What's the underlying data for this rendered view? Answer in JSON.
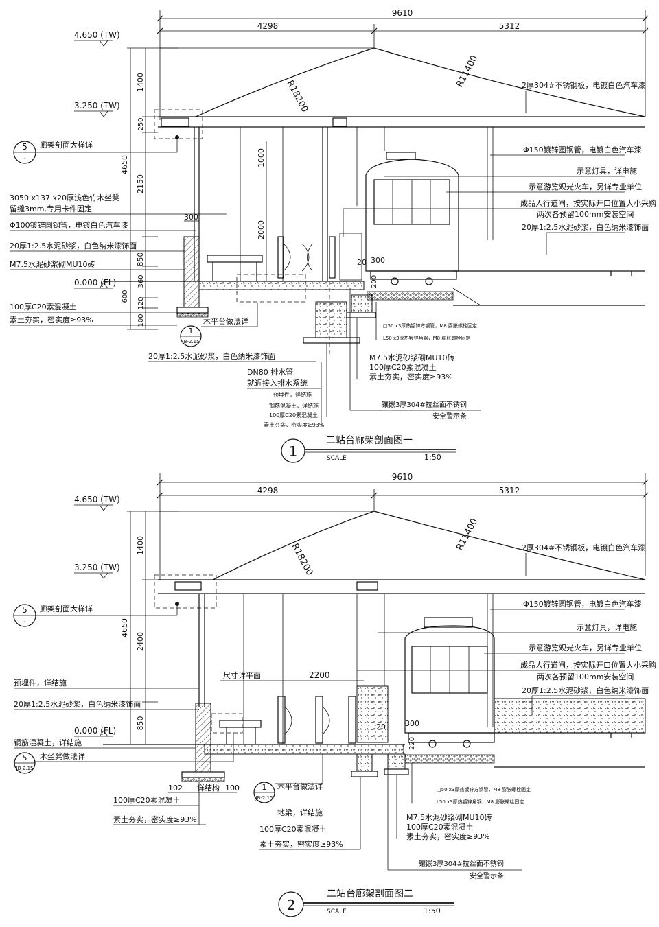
{
  "sections": [
    {
      "id": "section-1",
      "title": "二站台廊架剖面图一",
      "number": "1",
      "scale_label": "SCALE",
      "scale_value": "1:50",
      "dims_top": {
        "total": "9610",
        "left": "4298",
        "right": "5312"
      },
      "radii": {
        "left": "R18200",
        "right": "R11400"
      },
      "elevations": [
        {
          "text": "4.650 (TW)"
        },
        {
          "text": "3.250 (TW)"
        },
        {
          "text": "0.000 (FL)"
        }
      ],
      "vertical_dims": {
        "total": "4650",
        "segments": [
          "1400",
          "250",
          "2150",
          "850",
          "360",
          "600",
          "120",
          "100"
        ],
        "inner": [
          "1000",
          "2000"
        ]
      },
      "small_dims": [
        "300",
        "20",
        "300",
        "200"
      ],
      "left_labels": [
        "廊架剖面大样详",
        "3050 x137 x20厚浅色竹木坐凳",
        "留缝3mm,专用卡件固定",
        "Φ100镀锌圆钢管，电镀白色汽车漆",
        "20厚1:2.5水泥砂浆，白色纳米漆饰面",
        "M7.5水泥砂浆砌MU10砖",
        "100厚C20素混凝土",
        "素土夯实，密实度≥93%"
      ],
      "callout_5": {
        "num": "5",
        "sub": "-"
      },
      "wood_callout": {
        "text": "木平台做法详",
        "num": "1",
        "sub": "JB-2.15"
      },
      "bottom_labels": [
        "20厚1:2.5水泥砂浆，白色纳米漆饰面",
        "DN80 排水管",
        "就近接入排水系统",
        "预埋件，详结施",
        "钢筋混凝土，详结施",
        "100厚C20素混凝土",
        "素土夯实，密实度≥93%"
      ],
      "mid_labels": [
        "M7.5水泥砂浆砌MU10砖",
        "100厚C20素混凝土",
        "素土夯实，密实度≥93%"
      ],
      "steel_labels": [
        "□50 x3厚热镀锌方钢管，M8 膨胀螺栓固定",
        "L50 x3厚热镀锌角钢，M8 膨胀螺栓固定"
      ],
      "safety_labels": [
        "镶嵌3厚304#拉丝面不锈钢",
        "安全警示条"
      ],
      "right_labels": [
        "2厚304#不锈钢板，电镀白色汽车漆",
        "Φ150镀锌圆钢管，电镀白色汽车漆",
        "示意灯具，详电施",
        "示意游览观光火车，另详专业单位",
        "成品人行道闸，按实际开口位置大小采购",
        "两次各预留100mm安装空间",
        "20厚1:2.5水泥砂浆，白色纳米漆饰面"
      ]
    },
    {
      "id": "section-2",
      "title": "二站台廊架剖面图二",
      "number": "2",
      "scale_label": "SCALE",
      "scale_value": "1:50",
      "dims_top": {
        "total": "9610",
        "left": "4298",
        "right": "5312"
      },
      "radii": {
        "left": "R18200",
        "right": "R11400"
      },
      "elevations": [
        {
          "text": "4.650 (TW)"
        },
        {
          "text": "3.250 (TW)"
        },
        {
          "text": "0.000 (FL)"
        }
      ],
      "vertical_dims": {
        "total": "4650",
        "segments": [
          "1400",
          "2400",
          "850"
        ]
      },
      "small_dims": [
        "20",
        "300",
        "220",
        "2200"
      ],
      "plan_note": "尺寸详平面",
      "left_labels": [
        "廊架剖面大样详",
        "预埋件，详结施",
        "20厚1:2.5水泥砂浆，白色纳米漆饰面",
        "钢筋混凝土，详结施",
        "木坐凳做法详"
      ],
      "callout_5a": {
        "num": "5",
        "sub": "-"
      },
      "callout_5b": {
        "num": "5",
        "sub": "JB-2.15"
      },
      "wood_callout": {
        "text": "木平台做法详",
        "num": "1",
        "sub": "JB-2.15"
      },
      "base_dims": [
        "102",
        "详结构",
        "100"
      ],
      "bottom_left_labels": [
        "100厚C20素混凝土",
        "素土夯实，密实度≥93%"
      ],
      "bottom_mid_labels": [
        "地梁，详结施",
        "100厚C20素混凝土",
        "素土夯实，密实度≥93%"
      ],
      "mid_labels": [
        "M7.5水泥砂浆砌MU10砖",
        "100厚C20素混凝土",
        "素土夯实，密实度≥93%"
      ],
      "steel_labels": [
        "□50 x3厚热镀锌方钢管，M8 膨胀螺栓固定",
        "L50 x3厚热镀锌角钢，M8 膨胀螺栓固定"
      ],
      "safety_labels": [
        "镶嵌3厚304#拉丝面不锈钢",
        "安全警示条"
      ],
      "right_labels": [
        "2厚304#不锈钢板，电镀白色汽车漆",
        "Φ150镀锌圆钢管，电镀白色汽车漆",
        "示意灯具，详电施",
        "示意游览观光火车，另详专业单位",
        "成品人行道闸，按实际开口位置大小采购",
        "两次各预留100mm安装空间",
        "20厚1:2.5水泥砂浆，白色纳米漆饰面"
      ]
    }
  ]
}
